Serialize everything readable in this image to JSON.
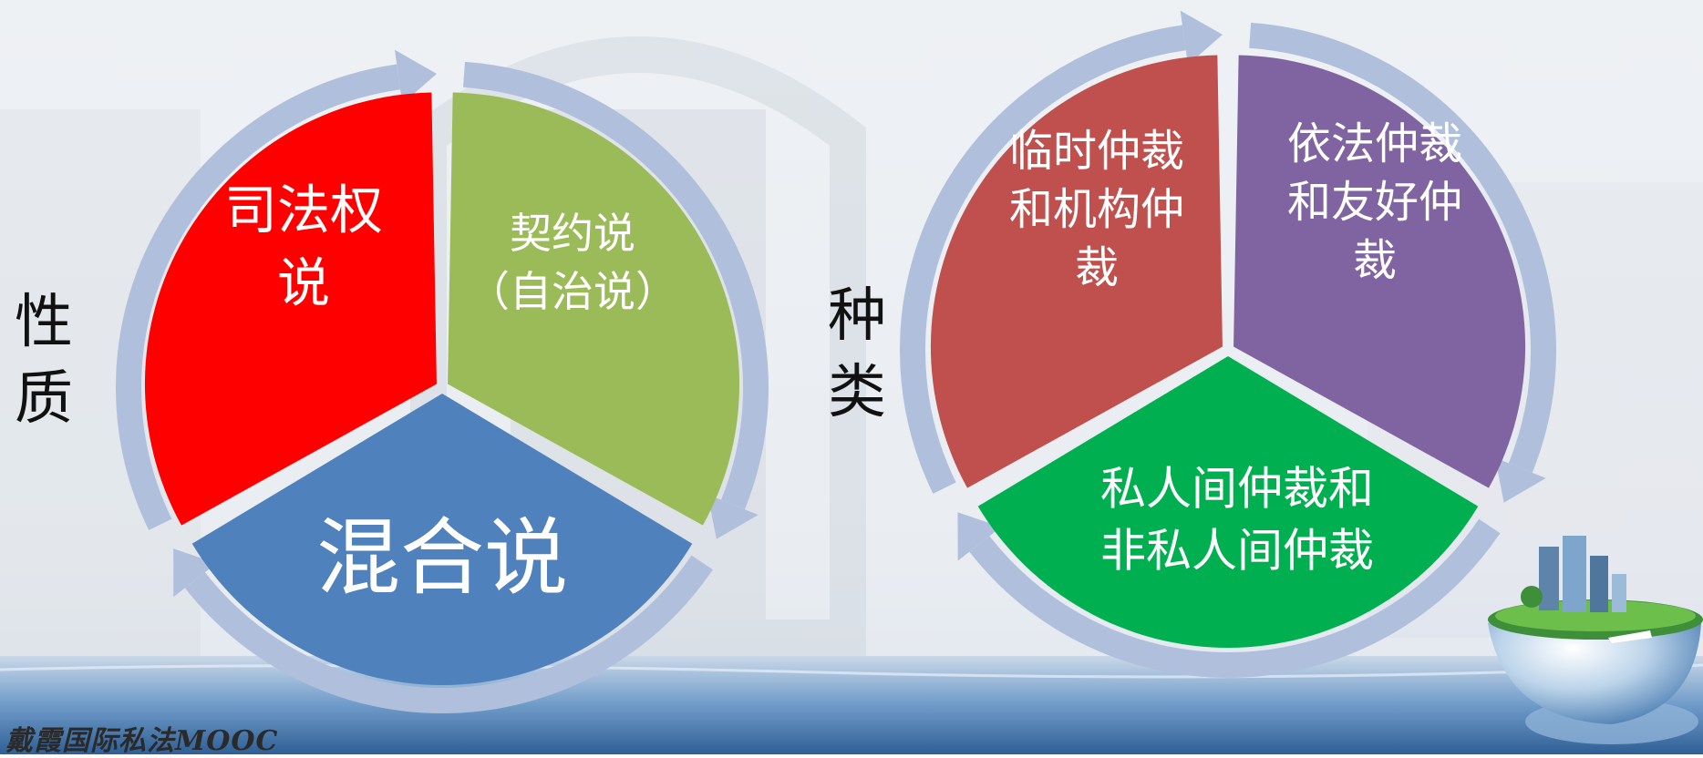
{
  "slide": {
    "left_group_label": [
      "性",
      "质"
    ],
    "right_group_label": [
      "种",
      "类"
    ],
    "logo_text": "戴霞国际私法MOOC"
  },
  "diagrams": [
    {
      "id": "nature",
      "segments": [
        {
          "lines": [
            "司法权",
            "说"
          ],
          "color": "#ff0000"
        },
        {
          "lines": [
            "契约说",
            "（自治说）"
          ],
          "color": "#9bbb59"
        },
        {
          "lines": [
            "混合说"
          ],
          "color": "#4f81bd"
        }
      ]
    },
    {
      "id": "types",
      "segments": [
        {
          "lines": [
            "临时仲裁",
            "和机构仲",
            "裁"
          ],
          "color": "#c0504d"
        },
        {
          "lines": [
            "依法仲裁",
            "和友好仲",
            "裁"
          ],
          "color": "#8064a2"
        },
        {
          "lines": [
            "私人间仲裁和",
            "非私人间仲裁"
          ],
          "color": "#00b050"
        }
      ]
    }
  ],
  "colors": {
    "ring": "#b0c0dc",
    "text": "#ffffff",
    "water": "#4a7fb8"
  },
  "icons": [
    "globe-with-city-icon"
  ]
}
